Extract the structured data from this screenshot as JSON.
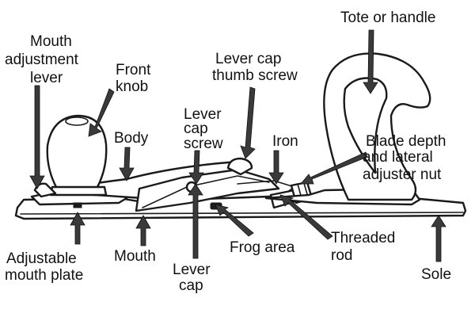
{
  "labels": {
    "tote": "Tote or handle",
    "mouth_lever_1": "Mouth",
    "mouth_lever_2": "adjustment",
    "mouth_lever_3": "lever",
    "front_knob_1": "Front",
    "front_knob_2": "knob",
    "lever_cap_thumb_1": "Lever cap",
    "lever_cap_thumb_2": "thumb screw",
    "lever_cap_screw_1": "Lever",
    "lever_cap_screw_2": "cap",
    "lever_cap_screw_3": "screw",
    "body": "Body",
    "iron": "Iron",
    "blade_adjuster_1": "Blade depth",
    "blade_adjuster_2": "and lateral",
    "blade_adjuster_3": "adjuster nut",
    "mouth_plate_1": "Adjustable",
    "mouth_plate_2": "mouth plate",
    "mouth": "Mouth",
    "lever_cap_1": "Lever",
    "lever_cap_2": "cap",
    "frog_area": "Frog area",
    "threaded_rod_1": "Threaded",
    "threaded_rod_2": "rod",
    "sole": "Sole"
  },
  "colors": {
    "line": "#1a1a1a",
    "fill": "#ffffff",
    "pointer": "#3a3a3a"
  }
}
